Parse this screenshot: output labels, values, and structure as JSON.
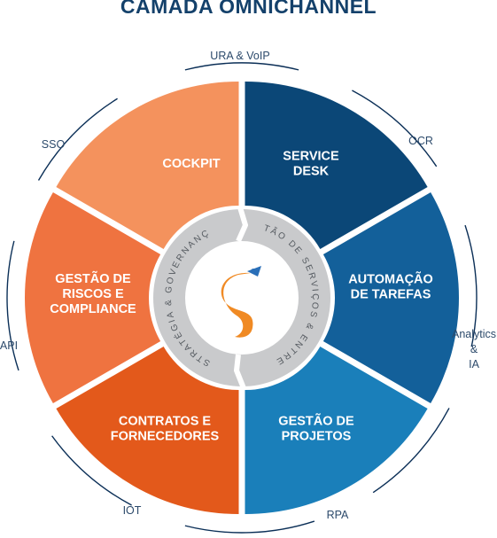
{
  "title": "CAMADA OMNICHANNEL",
  "segments": [
    {
      "id": "cockpit",
      "lines": [
        "COCKPIT"
      ],
      "color": "#f4925d"
    },
    {
      "id": "service-desk",
      "lines": [
        "SERVICE",
        "DESK"
      ],
      "color": "#0b4777"
    },
    {
      "id": "automacao",
      "lines": [
        "AUTOMAÇÃO",
        "DE TAREFAS"
      ],
      "color": "#13609a"
    },
    {
      "id": "projetos",
      "lines": [
        "GESTÃO DE",
        "PROJETOS"
      ],
      "color": "#1a7fba"
    },
    {
      "id": "contratos",
      "lines": [
        "CONTRATOS E",
        "FORNECEDORES"
      ],
      "color": "#e3591b"
    },
    {
      "id": "riscos",
      "lines": [
        "GESTÃO DE",
        "RISCOS E",
        "COMPLIANCE"
      ],
      "color": "#ef7340"
    }
  ],
  "inner_ring": {
    "left_text": "ESTRATÉGIA & GOVERNANÇA",
    "right_text": "GESTÃO DE SERVIÇOS & ENTREGAS"
  },
  "outer_labels": {
    "ura_voip": "URA & VoIP",
    "ocr": "OCR",
    "analytics_1": "Analytics",
    "analytics_2": "&",
    "analytics_3": "IA",
    "rpa": "RPA",
    "iot": "IOT",
    "api": "API",
    "sso": "SSO"
  },
  "colors": {
    "title": "#14416b",
    "ring": "#c9cacc",
    "outer_arc": "#0b2f57",
    "logo_orange": "#f08a24",
    "logo_blue": "#2a6fb8"
  }
}
